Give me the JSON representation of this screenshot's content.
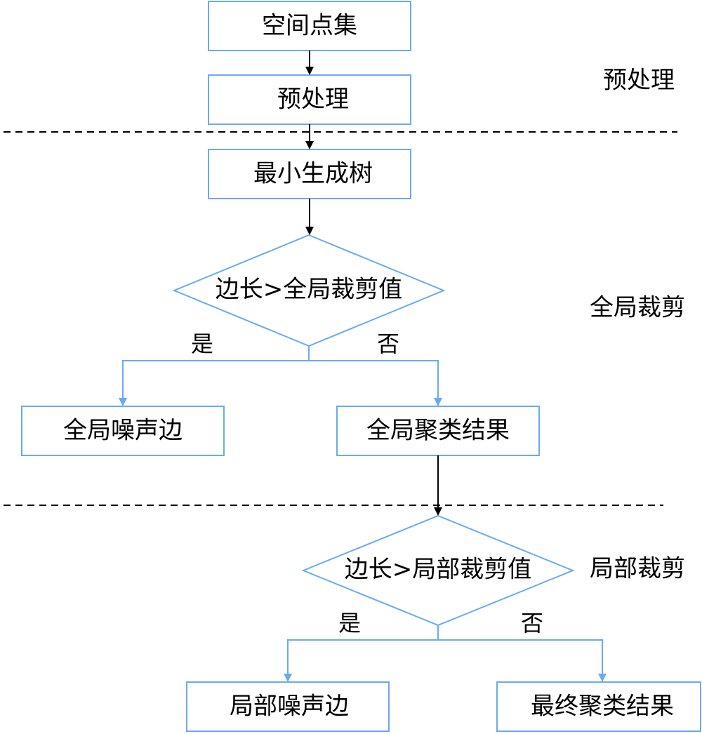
{
  "colors": {
    "node_border": "#6aaaf0",
    "black_arrow": "#000000",
    "blue_arrow": "#6aaaf0",
    "divider": "#000000"
  },
  "nodes": {
    "spatial_points": "空间点集",
    "preprocess": "预处理",
    "mst": "最小生成树",
    "global_decision": "边长>全局裁剪值",
    "global_noise": "全局噪声边",
    "global_result": "全局聚类结果",
    "local_decision": "边长>局部裁剪值",
    "local_noise": "局部噪声边",
    "final_result": "最终聚类结果"
  },
  "branches": {
    "global_yes": "是",
    "global_no": "否",
    "local_yes": "是",
    "local_no": "否"
  },
  "stages": {
    "preprocess": "预处理",
    "global_prune": "全局裁剪",
    "local_prune": "局部裁剪"
  }
}
